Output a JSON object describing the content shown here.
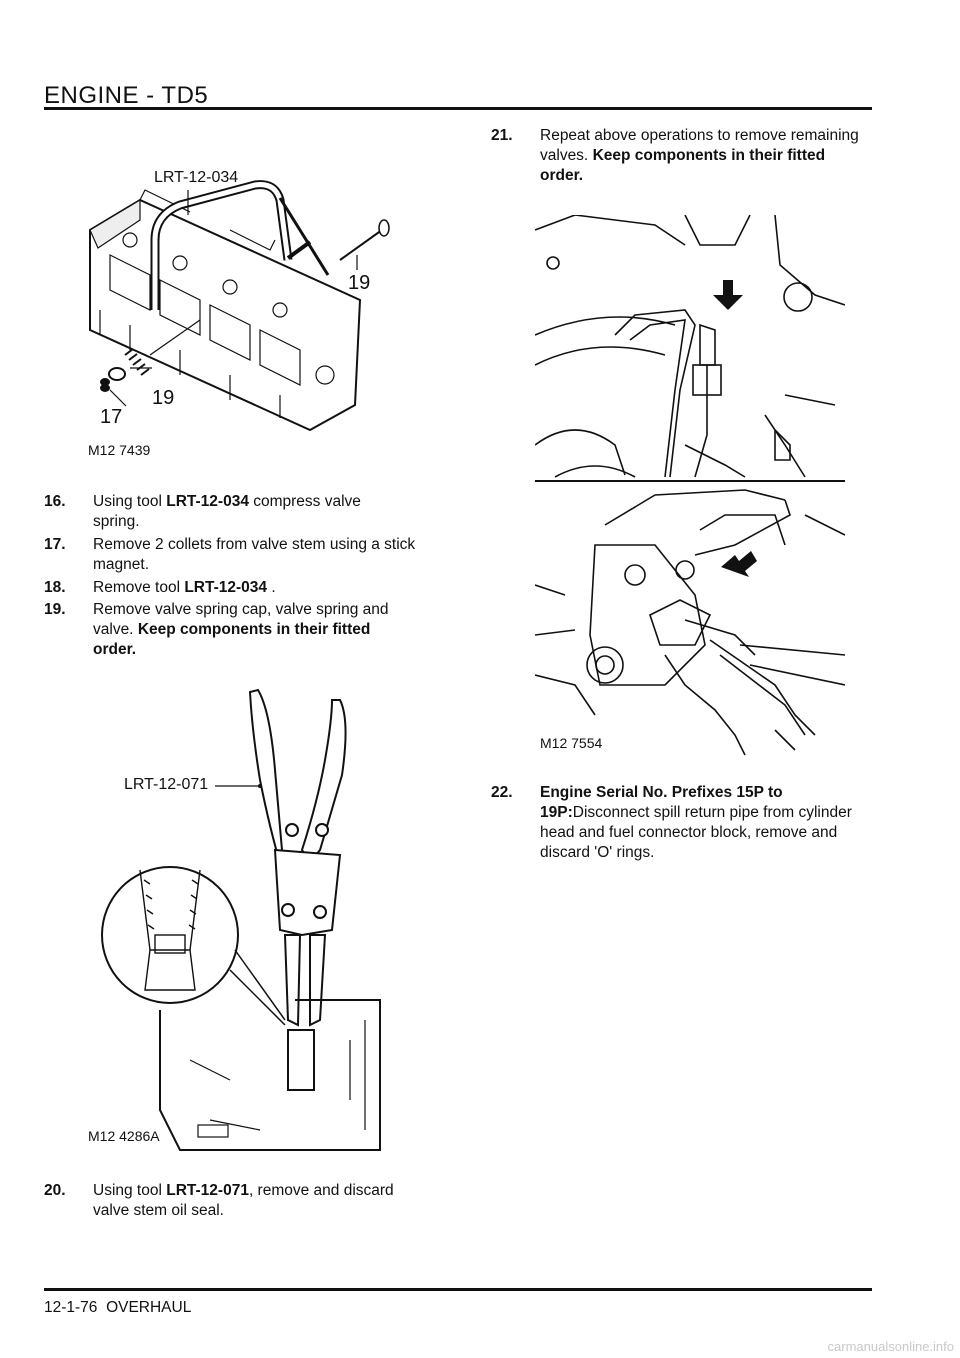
{
  "header": {
    "title": "ENGINE - TD5"
  },
  "footer": {
    "page_ref": "12-1-76",
    "section": "OVERHAUL"
  },
  "watermark": "carmanualsonline.info",
  "figures": {
    "fig1": {
      "id": "M12 7439",
      "tool": "LRT-12-034",
      "callout_a": "19",
      "callout_b": "19",
      "callout_c": "17"
    },
    "fig2": {
      "id": "M12 4286A",
      "tool": "LRT-12-071"
    },
    "fig3": {
      "id": "M12 7554"
    }
  },
  "steps": {
    "s16": {
      "num": "16.",
      "l1a": "Using tool ",
      "tool": "LRT-12-034",
      "l1b": " compress valve",
      "l2": "spring."
    },
    "s17": {
      "num": "17.",
      "l1": "Remove 2 collets from valve stem using a  stick",
      "l2": "magnet."
    },
    "s18": {
      "num": "18.",
      "l1a": "Remove tool ",
      "tool": "LRT-12-034",
      "l1b": " ."
    },
    "s19": {
      "num": "19.",
      "l1": "Remove valve spring cap, valve spring and",
      "l2a": "valve. ",
      "l2b": "Keep components in their fitted",
      "l3": "order."
    },
    "s20": {
      "num": "20.",
      "l1a": "Using tool ",
      "tool": "LRT-12-071",
      "l1b": ", remove and discard",
      "l2": "valve stem oil seal."
    },
    "s21": {
      "num": "21.",
      "l1": "Repeat above operations to remove remaining",
      "l2a": "valves. ",
      "l2b": "Keep components in their fitted",
      "l3": "order."
    },
    "s22": {
      "num": "22.",
      "l1": "Engine Serial No. Prefixes 15P to",
      "l2a": "19P:",
      "l2b": "Disconnect spill return pipe from cylinder",
      "l3": "head and fuel connector block, remove and",
      "l4": "discard 'O' rings."
    }
  }
}
